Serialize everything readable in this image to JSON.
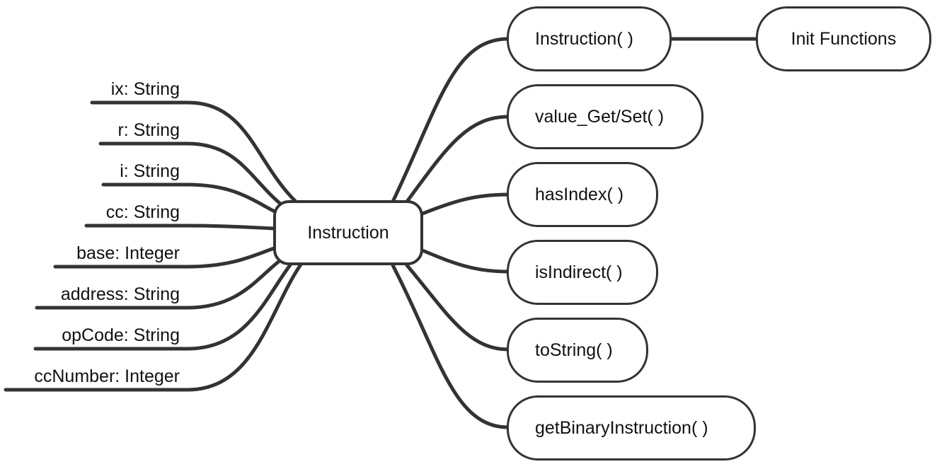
{
  "center": {
    "label": "Instruction"
  },
  "attributes": [
    {
      "label": "ix: String"
    },
    {
      "label": "r: String"
    },
    {
      "label": "i: String"
    },
    {
      "label": "cc: String"
    },
    {
      "label": "base: Integer"
    },
    {
      "label": "address: String"
    },
    {
      "label": "opCode: String"
    },
    {
      "label": "ccNumber: Integer"
    }
  ],
  "methods": [
    {
      "label": "Instruction( )"
    },
    {
      "label": "value_Get/Set( )"
    },
    {
      "label": "hasIndex( )"
    },
    {
      "label": "isIndirect( )"
    },
    {
      "label": "toString( )"
    },
    {
      "label": "getBinaryInstruction( )"
    }
  ],
  "sub_node": {
    "label": "Init Functions"
  },
  "colors": {
    "stroke": "#333333",
    "background": "#ffffff",
    "text": "#111111"
  }
}
